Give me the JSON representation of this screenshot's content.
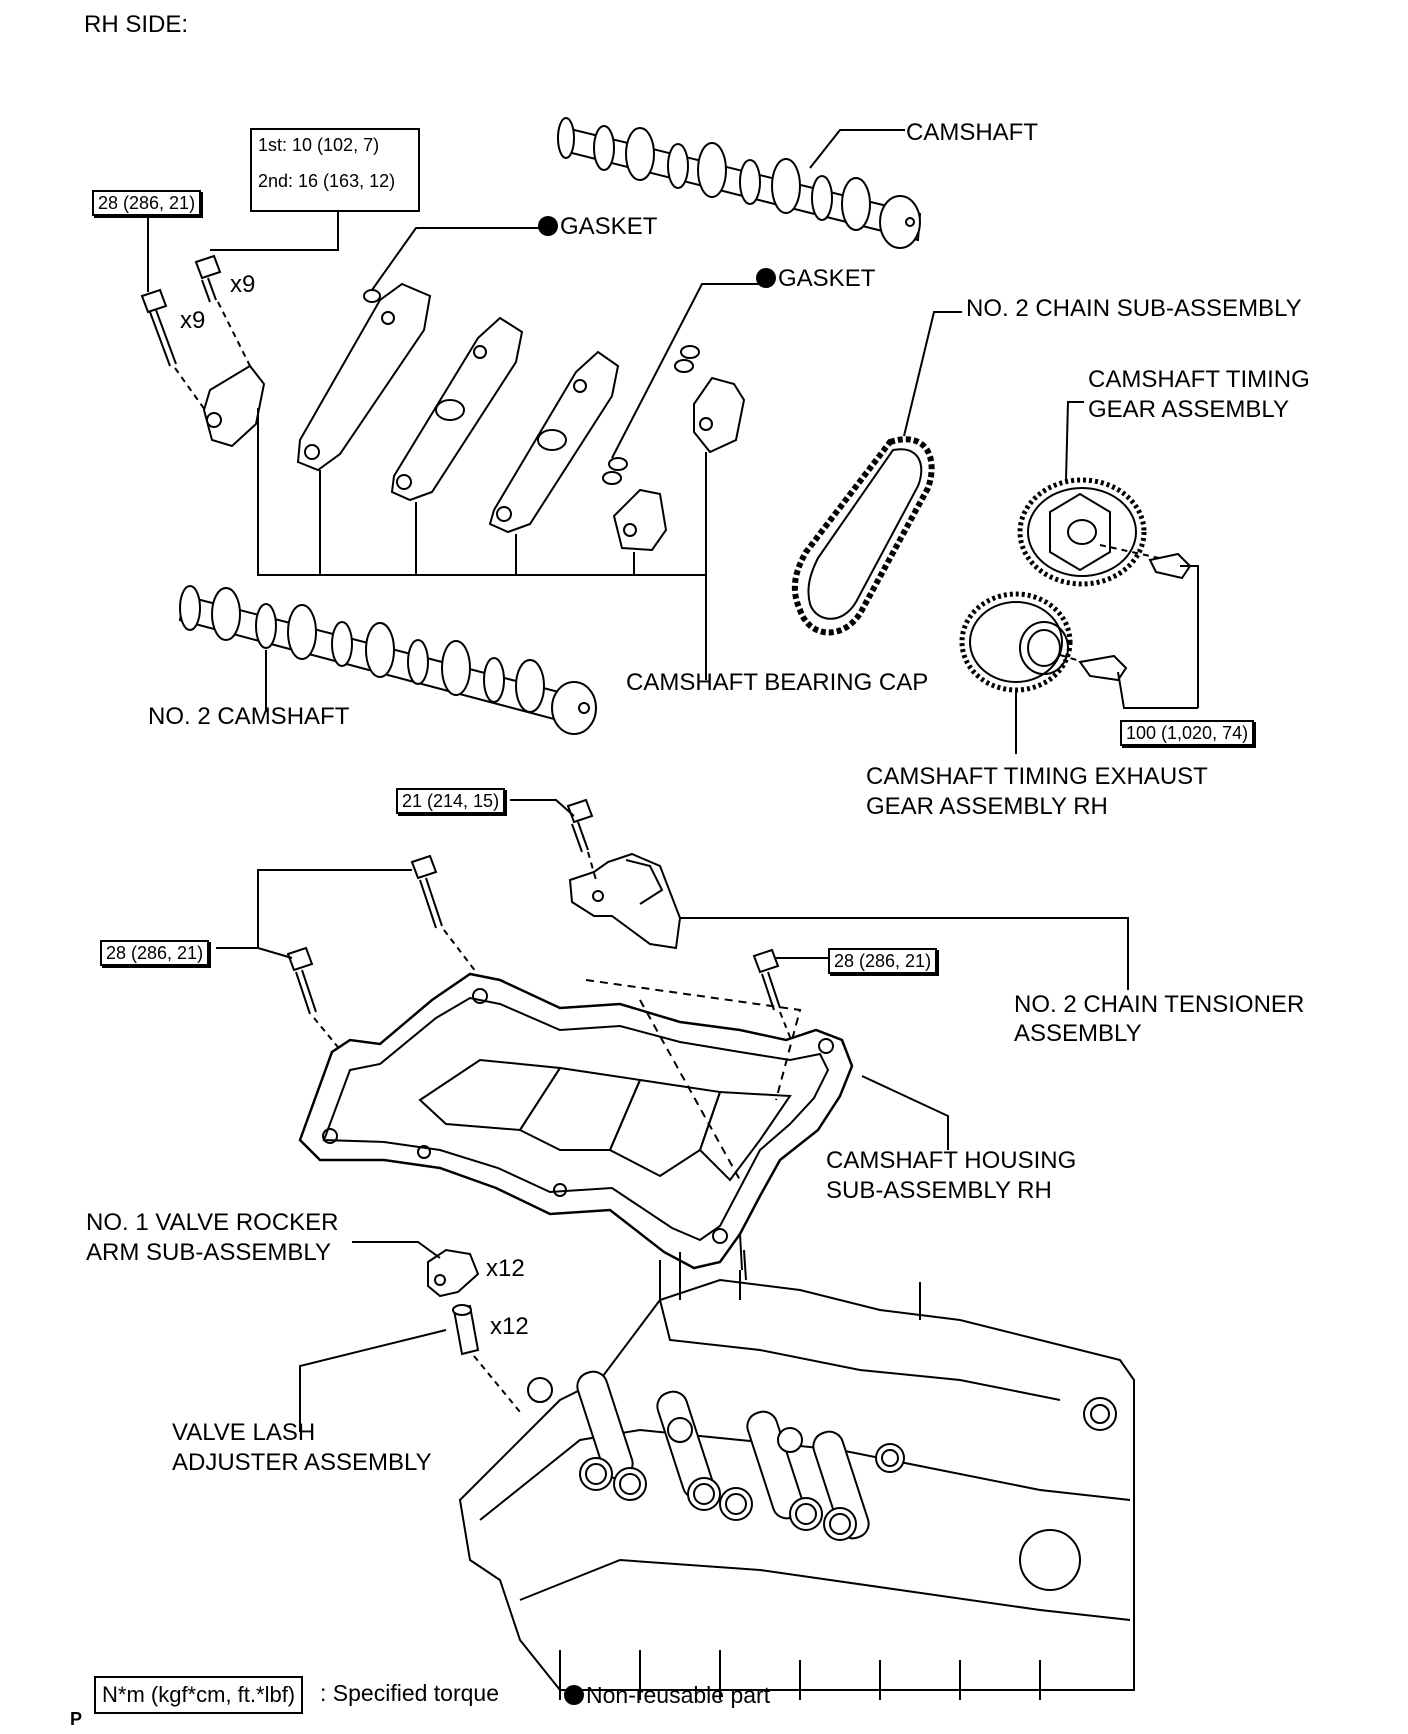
{
  "heading": "RH SIDE:",
  "corner_mark": "P",
  "labels": {
    "camshaft": "CAMSHAFT",
    "gasket_1": "GASKET",
    "gasket_2": "GASKET",
    "chain": "NO. 2 CHAIN SUB-ASSEMBLY",
    "timing_gear_1": "CAMSHAFT TIMING",
    "timing_gear_2": "GEAR ASSEMBLY",
    "bearing_cap": "CAMSHAFT BEARING CAP",
    "camshaft_2": "NO. 2 CAMSHAFT",
    "exhaust_gear_1": "CAMSHAFT TIMING EXHAUST",
    "exhaust_gear_2": "GEAR ASSEMBLY RH",
    "tensioner_1": "NO. 2 CHAIN TENSIONER",
    "tensioner_2": "ASSEMBLY",
    "housing_1": "CAMSHAFT HOUSING",
    "housing_2": "SUB-ASSEMBLY RH",
    "rocker_1": "NO. 1 VALVE ROCKER",
    "rocker_2": "ARM SUB-ASSEMBLY",
    "lash_1": "VALVE LASH",
    "lash_2": "ADJUSTER ASSEMBLY"
  },
  "quantities": {
    "bolts_outer": "x9",
    "bolts_inner": "x9",
    "rocker": "x12",
    "lash": "x12"
  },
  "torques": {
    "cap_bolt_outer": "28 (286, 21)",
    "cap_bolt_first": "1st: 10 (102, 7)",
    "cap_bolt_second": "2nd: 16 (163, 12)",
    "gear_bolt": "100 (1,020, 74)",
    "tensioner_bolt": "21 (214, 15)",
    "housing_bolt_left": "28 (286, 21)",
    "housing_bolt_right": "28 (286, 21)"
  },
  "legend": {
    "torque_box": "N*m (kgf*cm, ft.*lbf)",
    "torque_text": ": Specified torque",
    "nonreusable_text": "Non-reusable part"
  }
}
